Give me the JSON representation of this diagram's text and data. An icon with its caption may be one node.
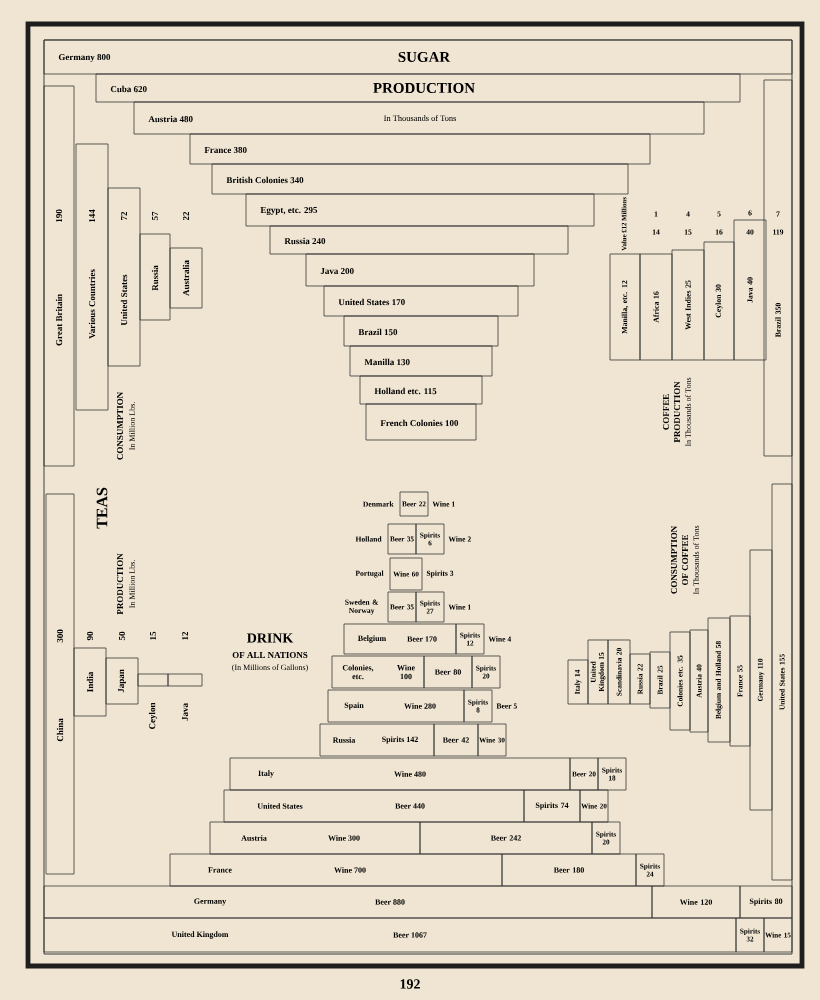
{
  "diagram": {
    "nodes": [
      {
        "text": [
          "Germany 800"
        ]
      },
      {
        "text": [
          "Cuba 620"
        ]
      },
      {
        "text": [
          "Austria 480"
        ]
      },
      {
        "text": [
          "France 380"
        ]
      },
      {
        "text": [
          "British Colonies 340"
        ]
      },
      {
        "text": [
          "Egypt, etc. 295"
        ]
      },
      {
        "text": [
          "Russia 240"
        ]
      },
      {
        "text": [
          "Java 200"
        ]
      },
      {
        "text": [
          "United States 170"
        ]
      },
      {
        "text": [
          "Brazil 150"
        ]
      },
      {
        "text": [
          "Manilla 130"
        ]
      },
      {
        "text": [
          "Holland etc. 115"
        ]
      },
      {
        "text": [
          "French Colonies 100"
        ]
      },
      {
        "text": [
          "Great Britain",
          "190"
        ]
      },
      {
        "text": [
          "Various Countries",
          "144"
        ]
      },
      {
        "text": [
          "United States",
          "72"
        ]
      },
      {
        "text": [
          "Russia"
        ],
        "beside": [
          "57"
        ]
      },
      {
        "text": [
          "Australia"
        ],
        "beside": [
          "22"
        ]
      },
      {
        "text": [
          "China",
          "300"
        ]
      },
      {
        "text": [
          "India"
        ],
        "beside": [
          "90"
        ]
      },
      {
        "text": [
          "Japan"
        ],
        "beside": [
          "50"
        ]
      },
      {
        "text": [],
        "shape": "bar",
        "beside": [
          "Ceylon",
          "15"
        ]
      },
      {
        "text": [],
        "shape": "bar",
        "beside": [
          "Java",
          "12"
        ]
      },
      {
        "text": [
          "Manilla, etc. 12"
        ]
      },
      {
        "text": [
          "Africa 16"
        ]
      },
      {
        "text": [
          "West Indies 25"
        ]
      },
      {
        "text": [
          "Ceylon 30"
        ]
      },
      {
        "text": [
          "Java 40"
        ]
      },
      {
        "text": [
          "Brazil 350"
        ]
      },
      {
        "text": [
          "Italy 14"
        ]
      },
      {
        "text": [
          "United Kingdom 15"
        ]
      },
      {
        "text": [
          "Scandinavia 20"
        ]
      },
      {
        "text": [
          "Russia 22"
        ]
      },
      {
        "text": [
          "Brazil 25"
        ]
      },
      {
        "text": [
          "Colonies etc. 35"
        ]
      },
      {
        "text": [
          "Austria 40"
        ]
      },
      {
        "text": [
          "Belgium and Holland 58"
        ]
      },
      {
        "text": [
          "France 55"
        ]
      },
      {
        "text": [
          "Germany 110"
        ]
      },
      {
        "text": [
          "United States 155"
        ]
      },
      {
        "text": [
          "Beer 22"
        ],
        "beside": [
          "Denmark",
          "Wine 1"
        ]
      },
      {
        "text": [
          "Beer 35"
        ],
        "beside": [
          "Holland"
        ]
      },
      {
        "text": [
          "Spirits 6"
        ],
        "beside": [
          "Wine 2"
        ]
      },
      {
        "text": [
          "Wine 60"
        ],
        "beside": [
          "Portugal",
          "Spirits 3"
        ]
      },
      {
        "text": [
          "Beer 35"
        ],
        "beside": [
          "Sweden & Norway"
        ]
      },
      {
        "text": [
          "Spirits 27"
        ],
        "beside": [
          "Wine 1"
        ]
      },
      {
        "text": [
          "Belgium",
          "Beer 170"
        ]
      },
      {
        "text": [
          "Spirits 12"
        ],
        "beside": [
          "Wine 4"
        ]
      },
      {
        "text": [
          "Colonies, etc.",
          "Wine 100"
        ]
      },
      {
        "text": [
          "Beer 80"
        ]
      },
      {
        "text": [
          "Spirits 20"
        ]
      },
      {
        "text": [
          "Spain",
          "Wine 280"
        ]
      },
      {
        "text": [
          "Spirits 8"
        ],
        "beside": [
          "Beer 5"
        ]
      },
      {
        "text": [
          "Russia",
          "Spirits 142"
        ]
      },
      {
        "text": [
          "Beer 42"
        ]
      },
      {
        "text": [
          "Wine 30"
        ]
      },
      {
        "text": [
          "Italy",
          "Wine 480"
        ]
      },
      {
        "text": [
          "Beer 20"
        ]
      },
      {
        "text": [
          "Spirits 18"
        ]
      },
      {
        "text": [
          "United States",
          "Beer 440"
        ]
      },
      {
        "text": [
          "Spirits 74"
        ]
      },
      {
        "text": [
          "Wine 20"
        ]
      },
      {
        "text": [
          "Austria",
          "Wine 300"
        ]
      },
      {
        "text": [
          "Beer 242"
        ]
      },
      {
        "text": [
          "Spirits 20"
        ]
      },
      {
        "text": [
          "France",
          "Wine 700"
        ]
      },
      {
        "text": [
          "Beer 180"
        ]
      },
      {
        "text": [
          "Spirits 24"
        ]
      },
      {
        "text": [
          "Germany",
          "Beer 880"
        ]
      },
      {
        "text": [
          "Wine 120"
        ]
      },
      {
        "text": [
          "Spirits 80"
        ]
      },
      {
        "text": [
          "United Kingdom",
          "Beer 1067"
        ]
      },
      {
        "text": [
          "Spirits 32"
        ]
      },
      {
        "text": [
          "Wine 15"
        ]
      }
    ],
    "labels": [
      "SUGAR",
      "PRODUCTION",
      "In Thousands of Tons",
      "TEAS",
      "CONSUMPTION",
      "In Million Lbs.",
      "PRODUCTION",
      "In Million Lbs.",
      "DRINK",
      "OF ALL NATIONS",
      "(In Millions of Gallons)",
      "COFFEE",
      "PRODUCTION",
      "In Thousands of Tons",
      "CONSUMPTION",
      "OF COFFEE",
      "In Thousands of Tons",
      "Value £12 Millions",
      "1",
      "4",
      "5",
      "6",
      "7",
      "14",
      "15",
      "16",
      "40",
      "119",
      "192"
    ]
  }
}
